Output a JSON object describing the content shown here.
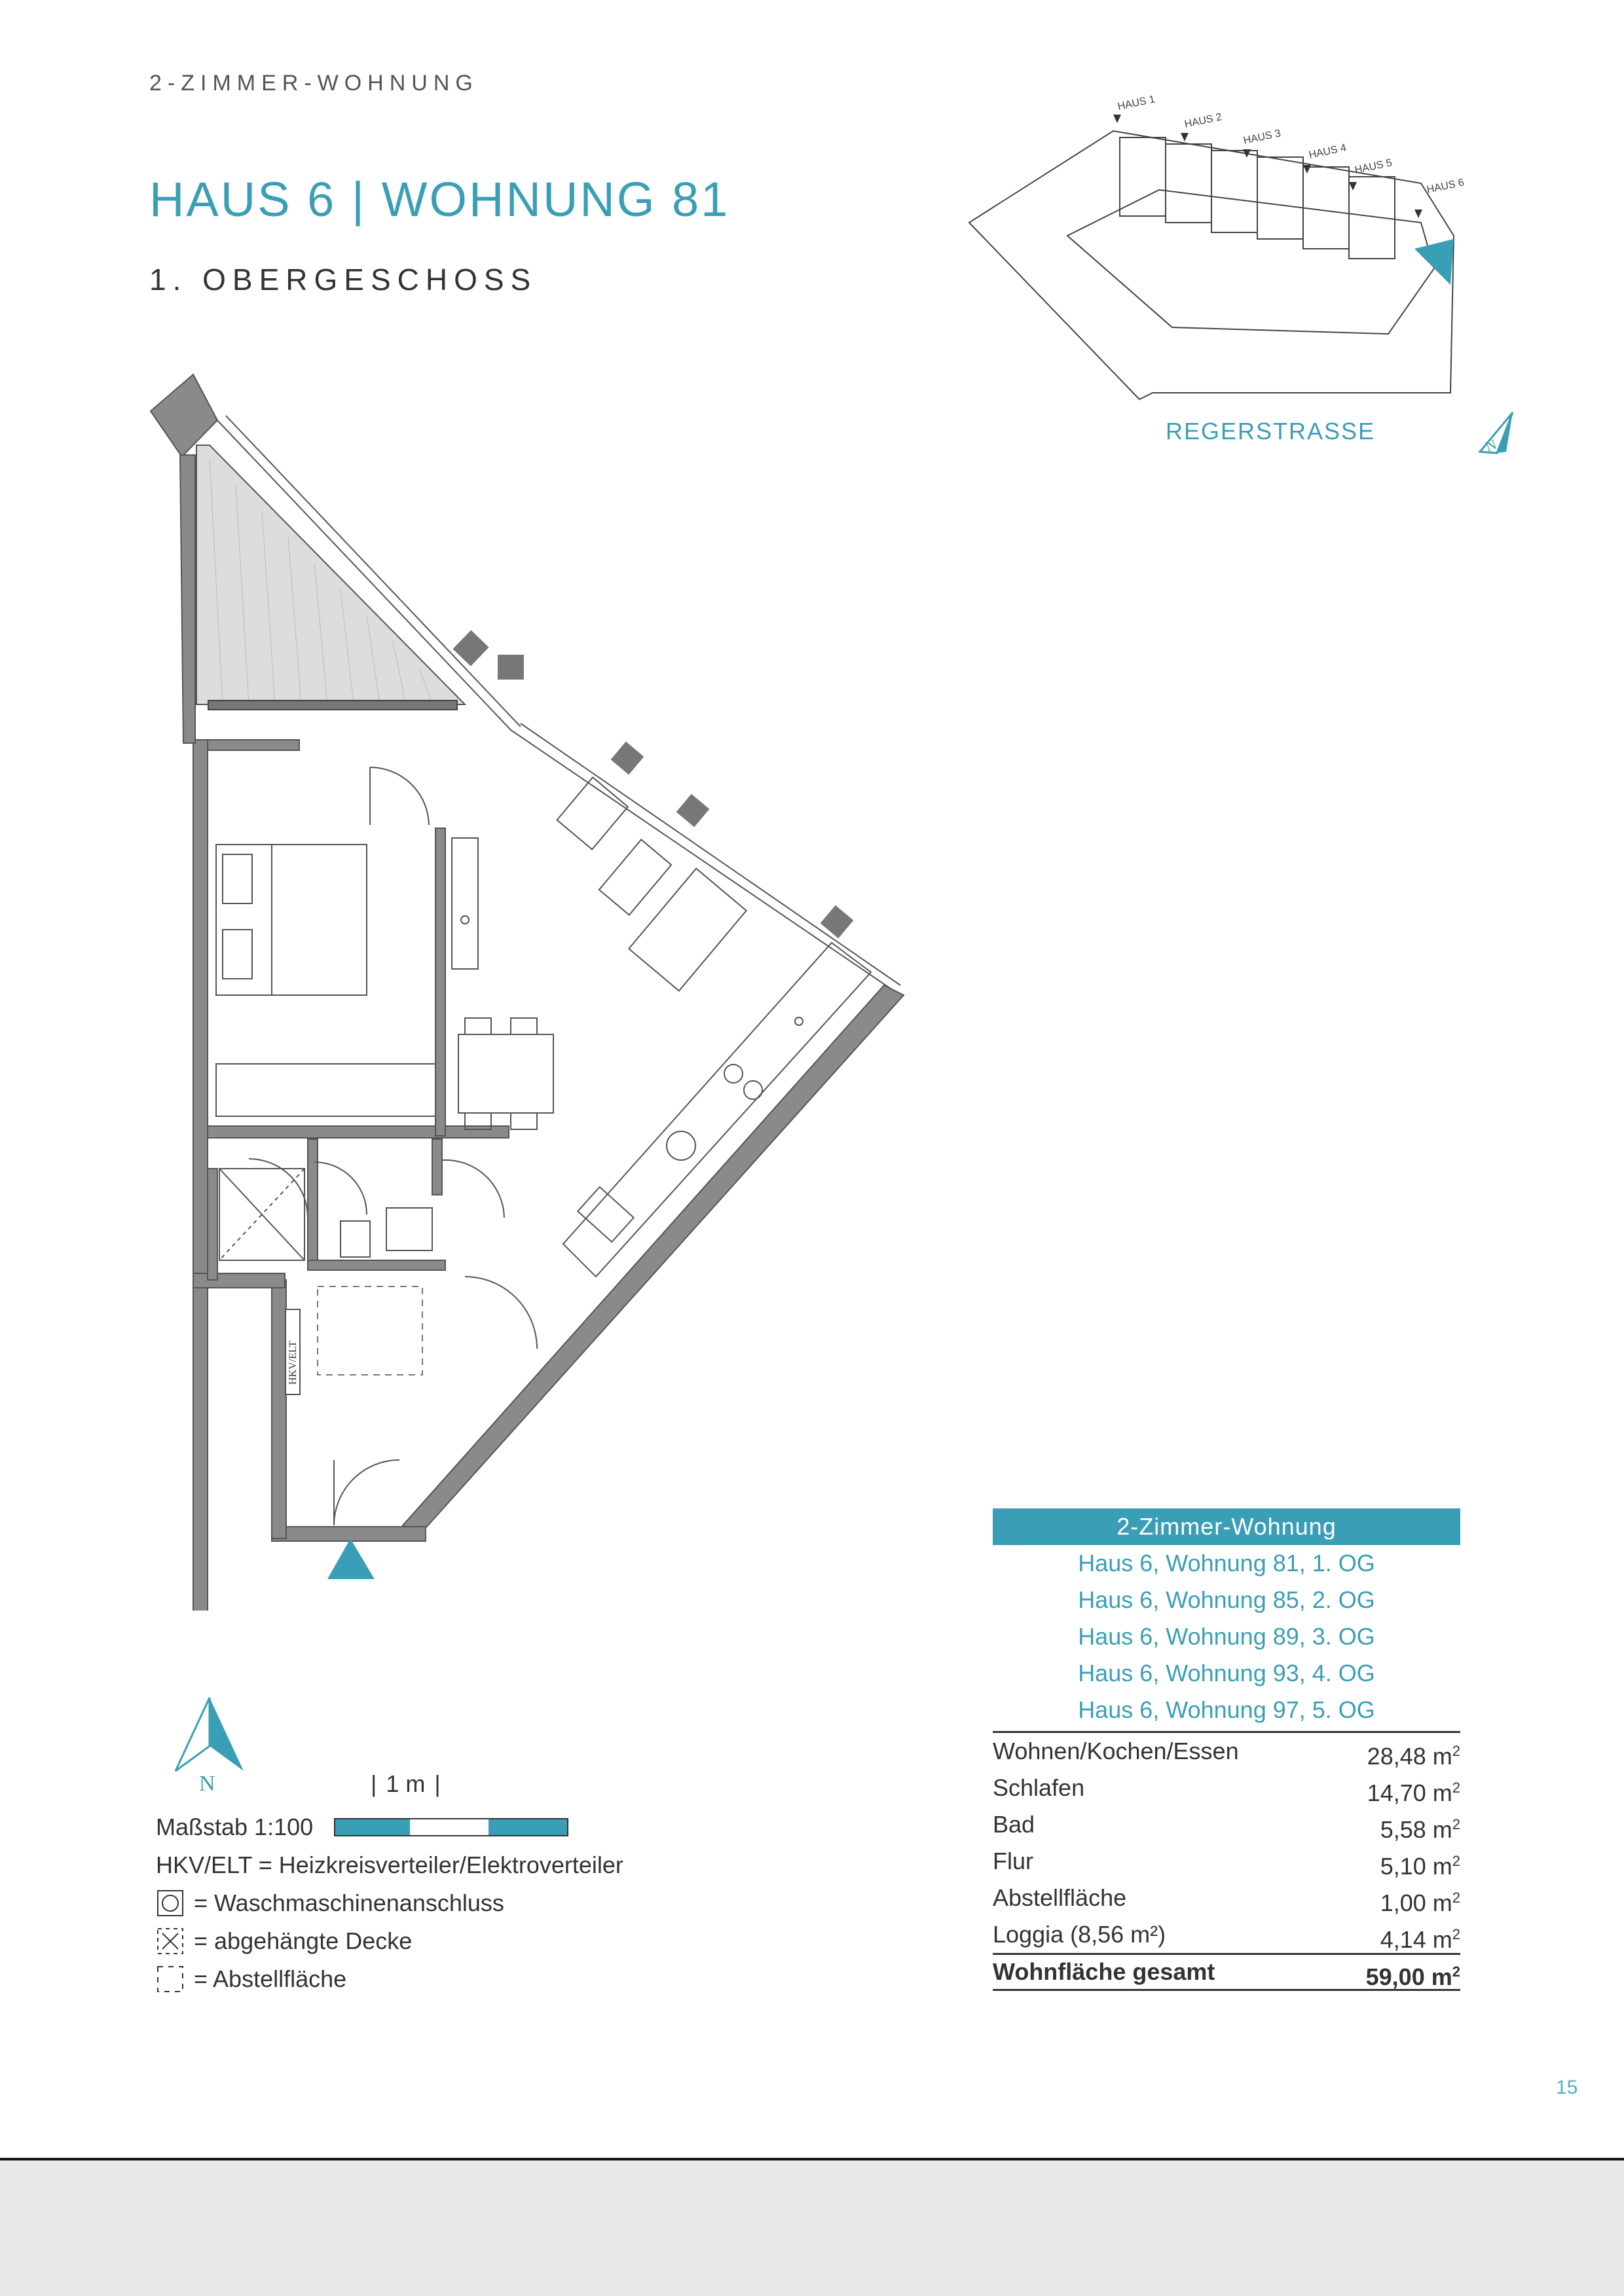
{
  "header": {
    "kicker": "2-ZIMMER-WOHNUNG",
    "title": "HAUS 6 | WOHNUNG 81",
    "floor": "1. OBERGESCHOSS"
  },
  "siteplan": {
    "street": "REGERSTRASSE",
    "houses": [
      "HAUS 1",
      "HAUS 2",
      "HAUS 3",
      "HAUS 4",
      "HAUS 5",
      "HAUS 6"
    ],
    "highlight_color": "#3a9fb6",
    "north_label": "N"
  },
  "floorplan": {
    "hkv_label": "HKV/ELT",
    "entrance_color": "#3a9fb6",
    "wall_color": "#8a8a8a"
  },
  "legend": {
    "north": "N",
    "scale_unit": "1 m",
    "scale": "Maßstab 1:100",
    "hkv": "HKV/ELT = Heizkreisverteiler/Elektroverteiler",
    "washer": "= Waschmaschinenanschluss",
    "ceiling": "= abgehängte Decke",
    "storage": "= Abstellfläche"
  },
  "summary": {
    "heading": "2-Zimmer-Wohnung",
    "units": [
      "Haus 6, Wohnung 81, 1. OG",
      "Haus 6, Wohnung 85, 2. OG",
      "Haus 6, Wohnung 89, 3. OG",
      "Haus 6, Wohnung 93, 4. OG",
      "Haus 6, Wohnung 97, 5. OG"
    ],
    "rooms": [
      {
        "name": "Wohnen/Kochen/Essen",
        "value": "28,48 m",
        "sup": "2"
      },
      {
        "name": "Schlafen",
        "value": "14,70 m",
        "sup": "2"
      },
      {
        "name": "Bad",
        "value": "5,58 m",
        "sup": "2"
      },
      {
        "name": "Flur",
        "value": "5,10 m",
        "sup": "2"
      },
      {
        "name": "Abstellfläche",
        "value": "1,00 m",
        "sup": "2"
      },
      {
        "name": "Loggia (8,56 m²)",
        "value": "4,14 m",
        "sup": "2"
      }
    ],
    "total_label": "Wohnfläche gesamt",
    "total_value": "59,00 m",
    "total_sup": "2"
  },
  "page_number": "15"
}
